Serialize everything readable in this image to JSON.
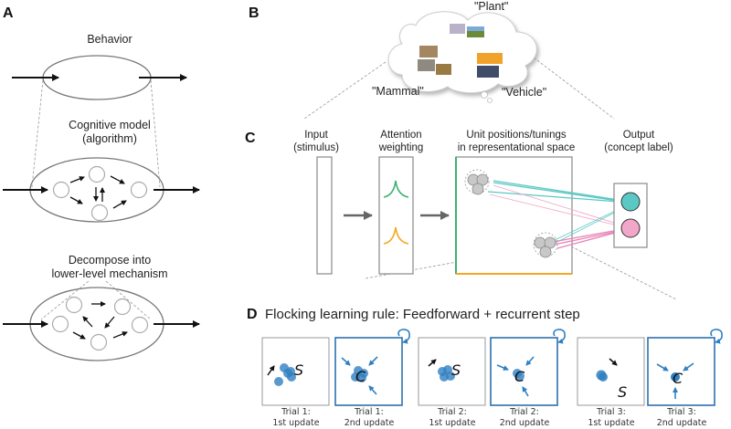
{
  "panels": {
    "A": {
      "letter": "A",
      "levels": [
        {
          "label": "Behavior"
        },
        {
          "label_line1": "Cognitive model",
          "label_line2": "(algorithm)"
        },
        {
          "label_line1": "Decompose into",
          "label_line2": "lower-level mechanism"
        }
      ]
    },
    "B": {
      "letter": "B",
      "categories": [
        "\"Plant\"",
        "\"Mammal\"",
        "\"Vehicle\""
      ],
      "image_groups": {
        "plant": [
          "blossom-tree-photo",
          "savanna-tree-photo"
        ],
        "mammal": [
          "big-cat-photo",
          "goats-photo",
          "lion-photo"
        ],
        "vehicle": [
          "yellow-bus-photo",
          "blue-car-photo"
        ]
      }
    },
    "C": {
      "letter": "C",
      "stages": [
        {
          "line1": "Input",
          "line2": "(stimulus)"
        },
        {
          "line1": "Attention",
          "line2": "weighting"
        },
        {
          "line1": "Unit positions/tunings",
          "line2": "in representational space"
        },
        {
          "line1": "Output",
          "line2": "(concept label)"
        }
      ],
      "colors": {
        "dimension1": "#3cb371",
        "dimension2": "#f5a623",
        "output_teal": "#5bc8c4",
        "output_pink": "#f2a7c8",
        "unit_gray": "#c8c8c8",
        "arrow_gray": "#666666"
      }
    },
    "D": {
      "letter": "D",
      "title": "Flocking learning rule: Feedforward + recurrent step",
      "stimulus_symbol": "S",
      "centroid_symbol": "C",
      "steps": [
        {
          "line1": "Trial 1:",
          "line2": "1st update",
          "type": "feedforward"
        },
        {
          "line1": "Trial 1:",
          "line2": "2nd update",
          "type": "recurrent"
        },
        {
          "line1": "Trial 2:",
          "line2": "1st update",
          "type": "feedforward"
        },
        {
          "line1": "Trial 2:",
          "line2": "2nd update",
          "type": "recurrent"
        },
        {
          "line1": "Trial 3:",
          "line2": "1st update",
          "type": "feedforward"
        },
        {
          "line1": "Trial 3:",
          "line2": "2nd update",
          "type": "recurrent"
        }
      ],
      "colors": {
        "unit_blue": "#2f7fc1",
        "recurrent_border": "#2f6fad",
        "feedforward_border": "#999999"
      }
    }
  }
}
